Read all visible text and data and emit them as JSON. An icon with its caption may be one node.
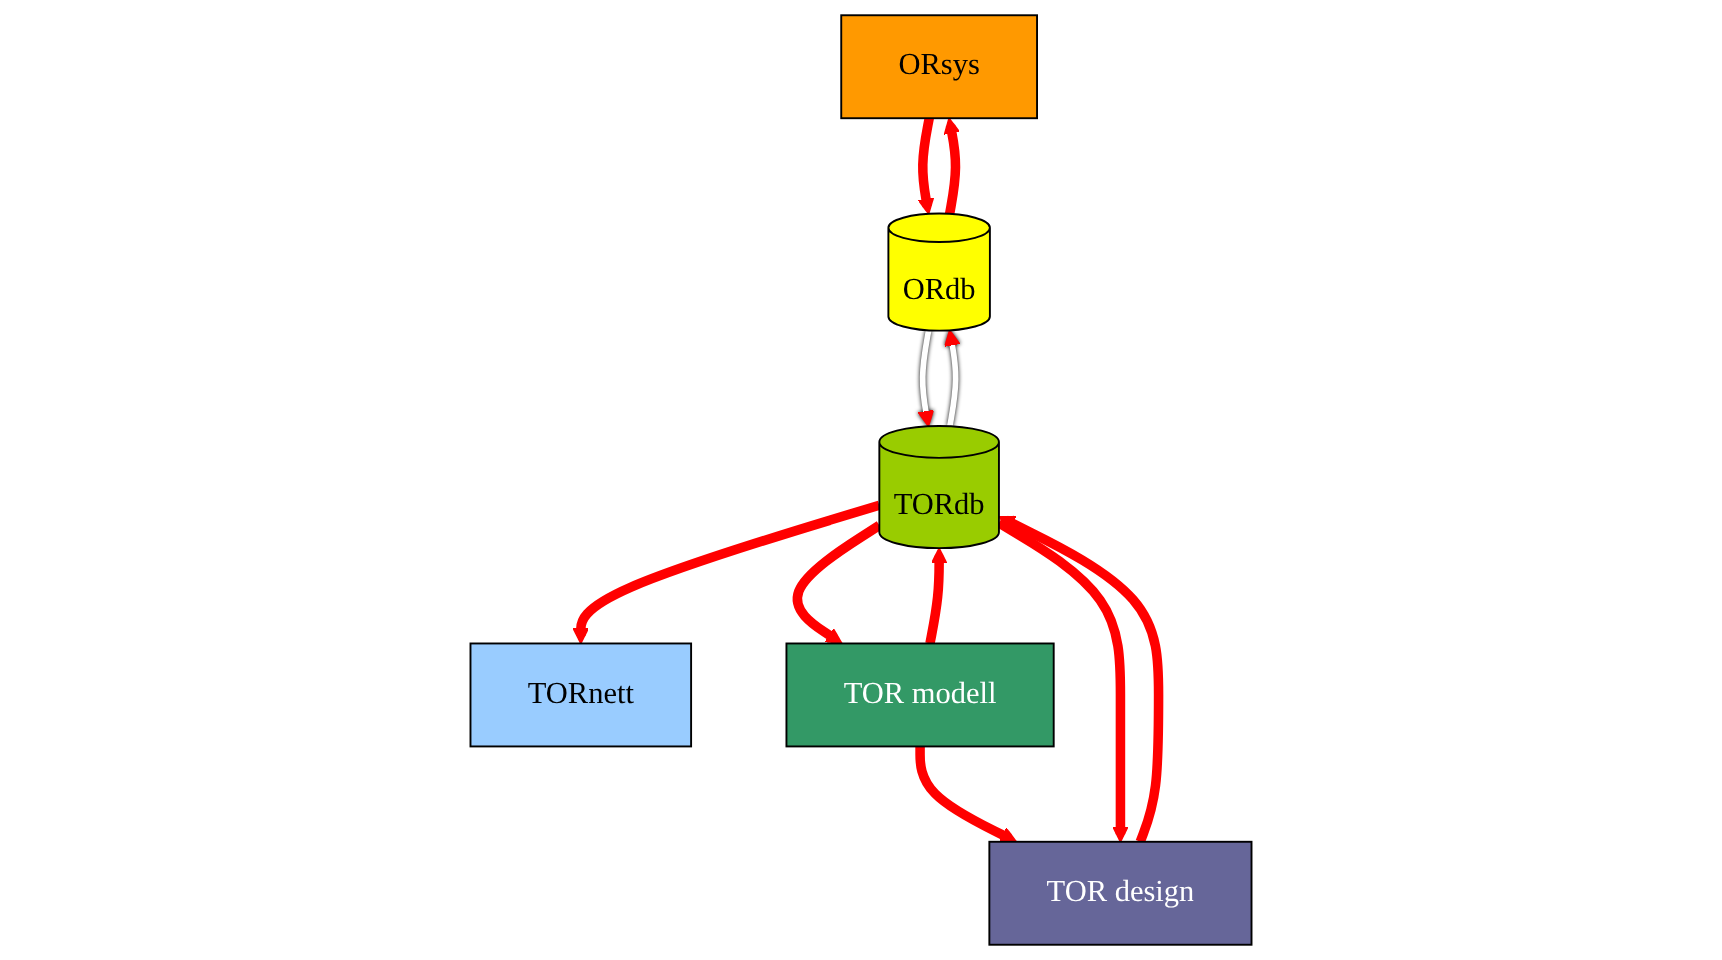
{
  "diagram": {
    "nodes": [
      {
        "text": [
          "ORsys"
        ]
      },
      {
        "text": [
          "TORnett"
        ]
      },
      {
        "text": [
          "TOR modell"
        ]
      },
      {
        "text": [
          "TOR design"
        ]
      },
      {
        "text": [
          "ORdb"
        ]
      },
      {
        "text": [
          "TORdb"
        ]
      }
    ],
    "edges": [
      {
        "from": 0,
        "to": 4,
        "arrow": "to"
      },
      {
        "from": 4,
        "to": 0,
        "arrow": "to"
      },
      {
        "from": 2,
        "to": 5,
        "arrow": "to"
      },
      {
        "from": 5,
        "to": 2,
        "arrow": "to"
      },
      {
        "from": 2,
        "to": 3,
        "arrow": "to"
      },
      {
        "from": 5,
        "to": 1,
        "arrow": "to"
      },
      {
        "from": 3,
        "to": 5,
        "arrow": "to"
      },
      {
        "from": 5,
        "to": 3,
        "arrow": "to"
      },
      {
        "from": 4,
        "to": 5,
        "arrow": "to",
        "color": "#ffffff"
      },
      {
        "from": 5,
        "to": 4,
        "arrow": "to",
        "color": "#ffffff"
      }
    ]
  }
}
